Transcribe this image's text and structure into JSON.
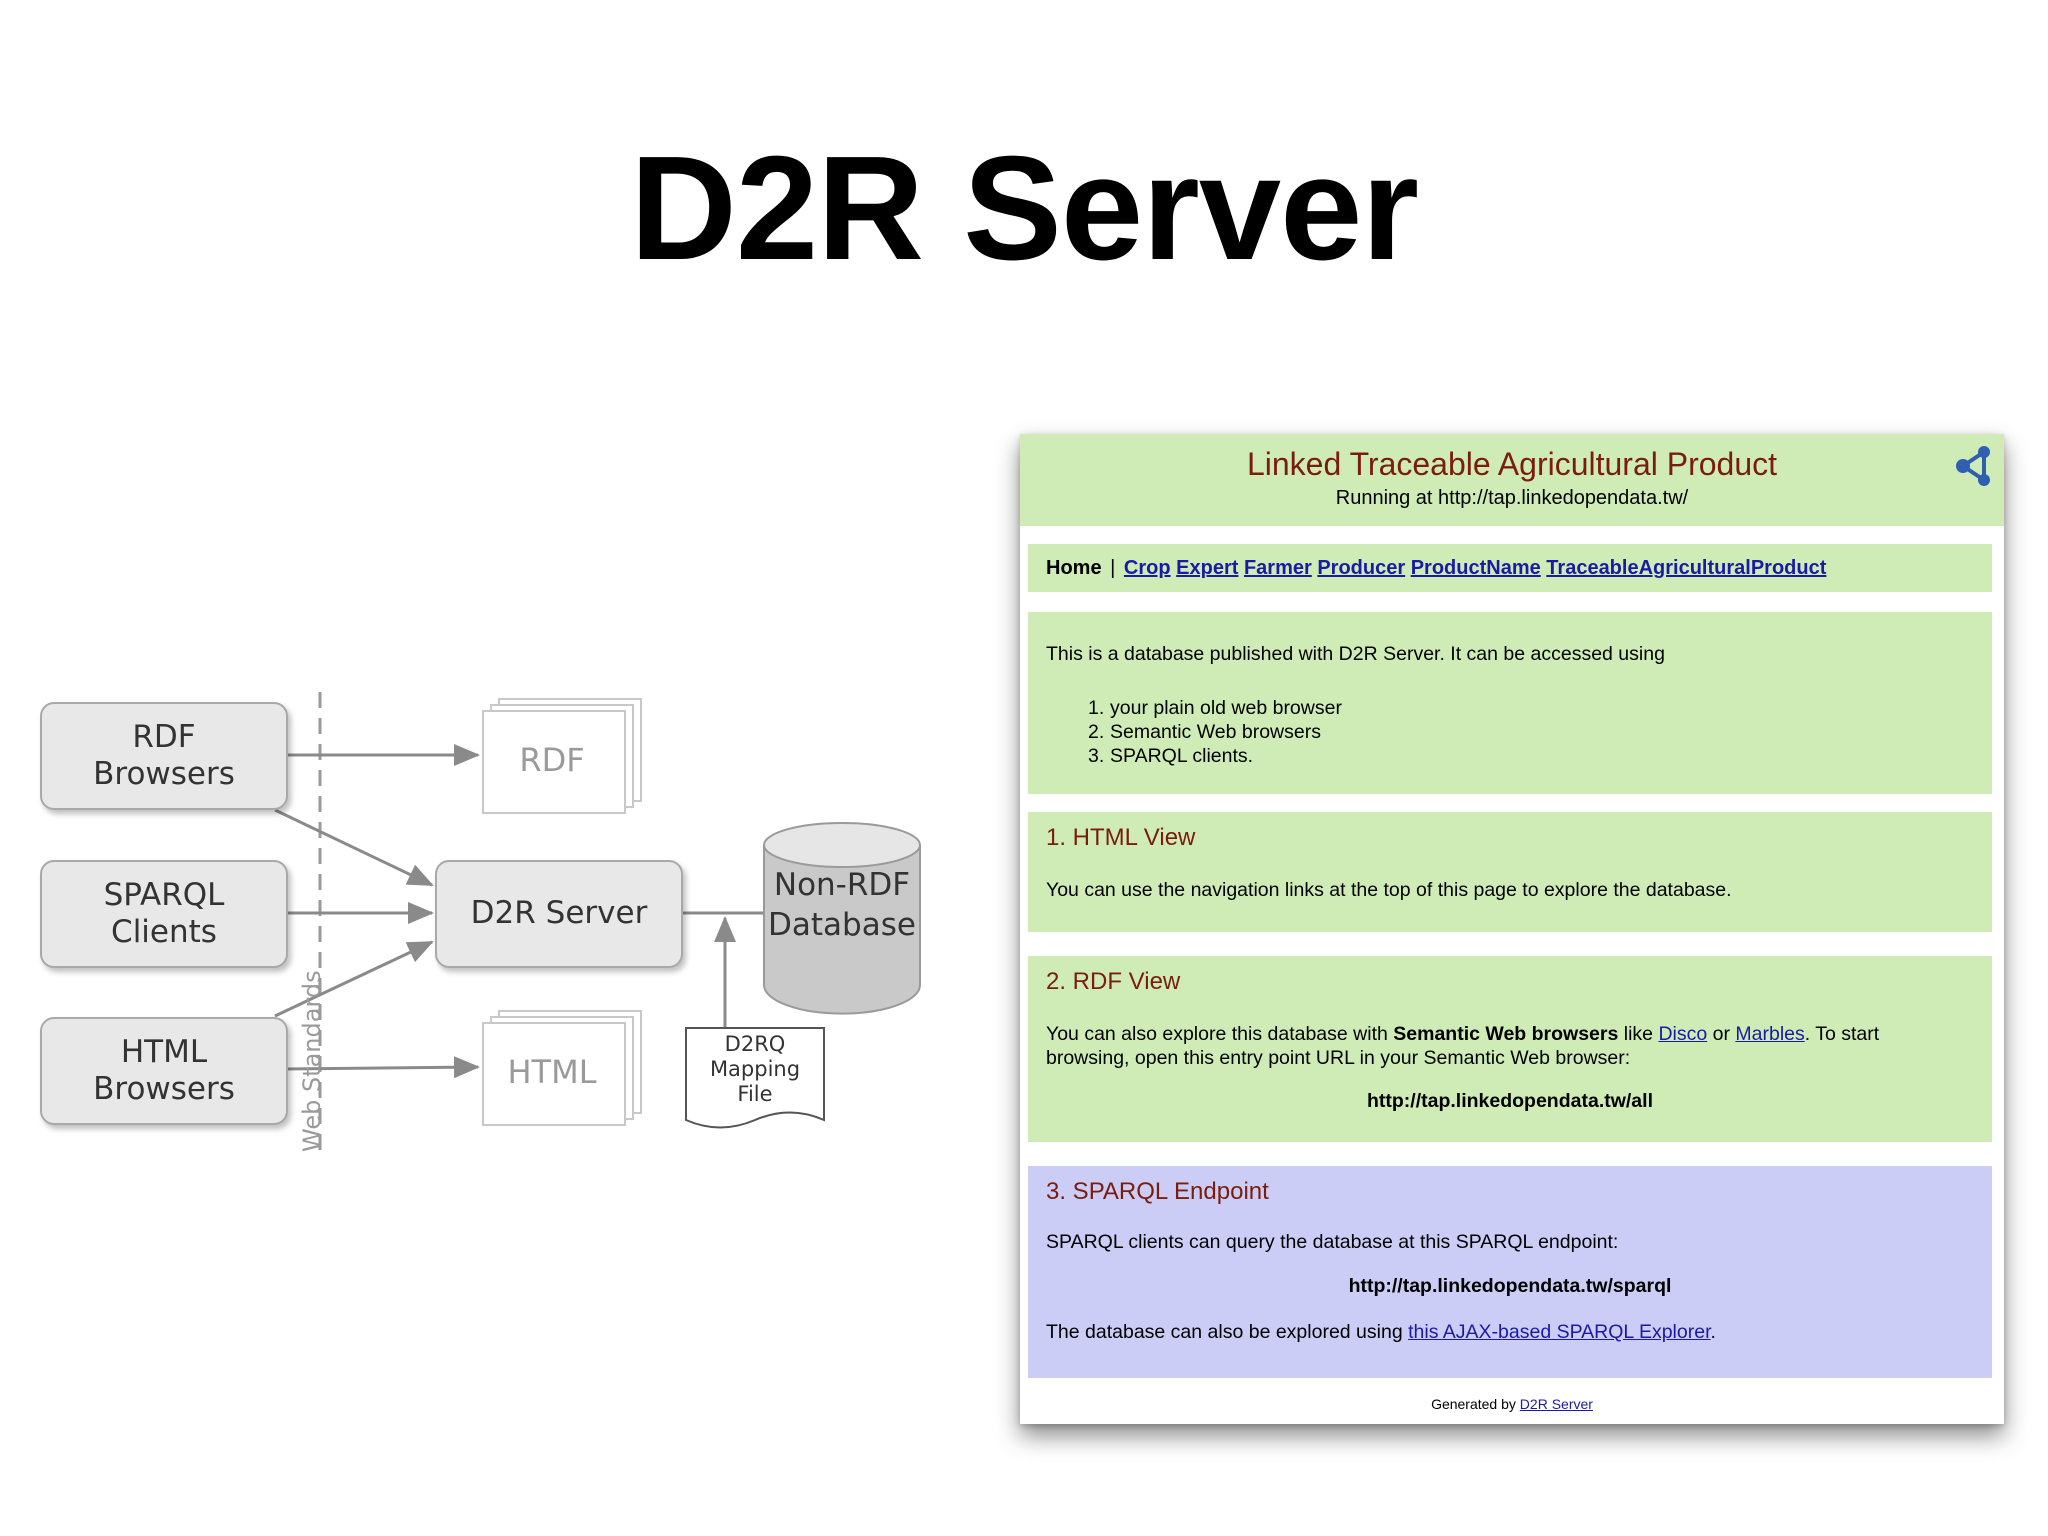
{
  "slide": {
    "title": "D2R Server"
  },
  "diagram": {
    "rdf_browsers": "RDF\nBrowsers",
    "sparql_clients": "SPARQL\nClients",
    "html_browsers": "HTML\nBrowsers",
    "d2r_server": "D2R Server",
    "non_rdf_database": "Non-RDF\nDatabase",
    "rdf_doc": "RDF",
    "html_doc": "HTML",
    "mapping_file": "D2RQ\nMapping\nFile",
    "web_standards": "Web Standards"
  },
  "screenshot": {
    "site_title": "Linked Traceable Agricultural Product",
    "site_subtitle": "Running at http://tap.linkedopendata.tw/",
    "nav": {
      "home": "Home",
      "separator": "|",
      "links": [
        "Crop",
        "Expert",
        "Farmer",
        "Producer",
        "ProductName",
        "TraceableAgriculturalProduct"
      ]
    },
    "intro": {
      "text": "This is a database published with D2R Server. It can be accessed using",
      "items": [
        "your plain old web browser",
        "Semantic Web browsers",
        "SPARQL clients."
      ]
    },
    "html_view": {
      "heading": "1. HTML View",
      "text": "You can use the navigation links at the top of this page to explore the database."
    },
    "rdf_view": {
      "heading": "2. RDF View",
      "text_1": "You can also explore this database with ",
      "bold": "Semantic Web browsers",
      "text_2": " like ",
      "link_1": "Disco",
      "text_3": " or ",
      "link_2": "Marbles",
      "text_4": ". To start",
      "text_5": "browsing, open this entry point URL in your Semantic Web browser:",
      "url": "http://tap.linkedopendata.tw/all"
    },
    "sparql_view": {
      "heading": "3. SPARQL Endpoint",
      "text": "SPARQL clients can query the database at this SPARQL endpoint:",
      "url": "http://tap.linkedopendata.tw/sparql",
      "explore_text": "The database can also be explored using ",
      "explore_link": "this AJAX-based SPARQL Explorer",
      "explore_end": "."
    },
    "footer": {
      "text": "Generated by ",
      "link": "D2R Server"
    },
    "colors": {
      "green": "#cfecb7",
      "blue": "#cbcdf7",
      "heading": "#7a1d0c",
      "link": "#1a1aa6"
    }
  }
}
